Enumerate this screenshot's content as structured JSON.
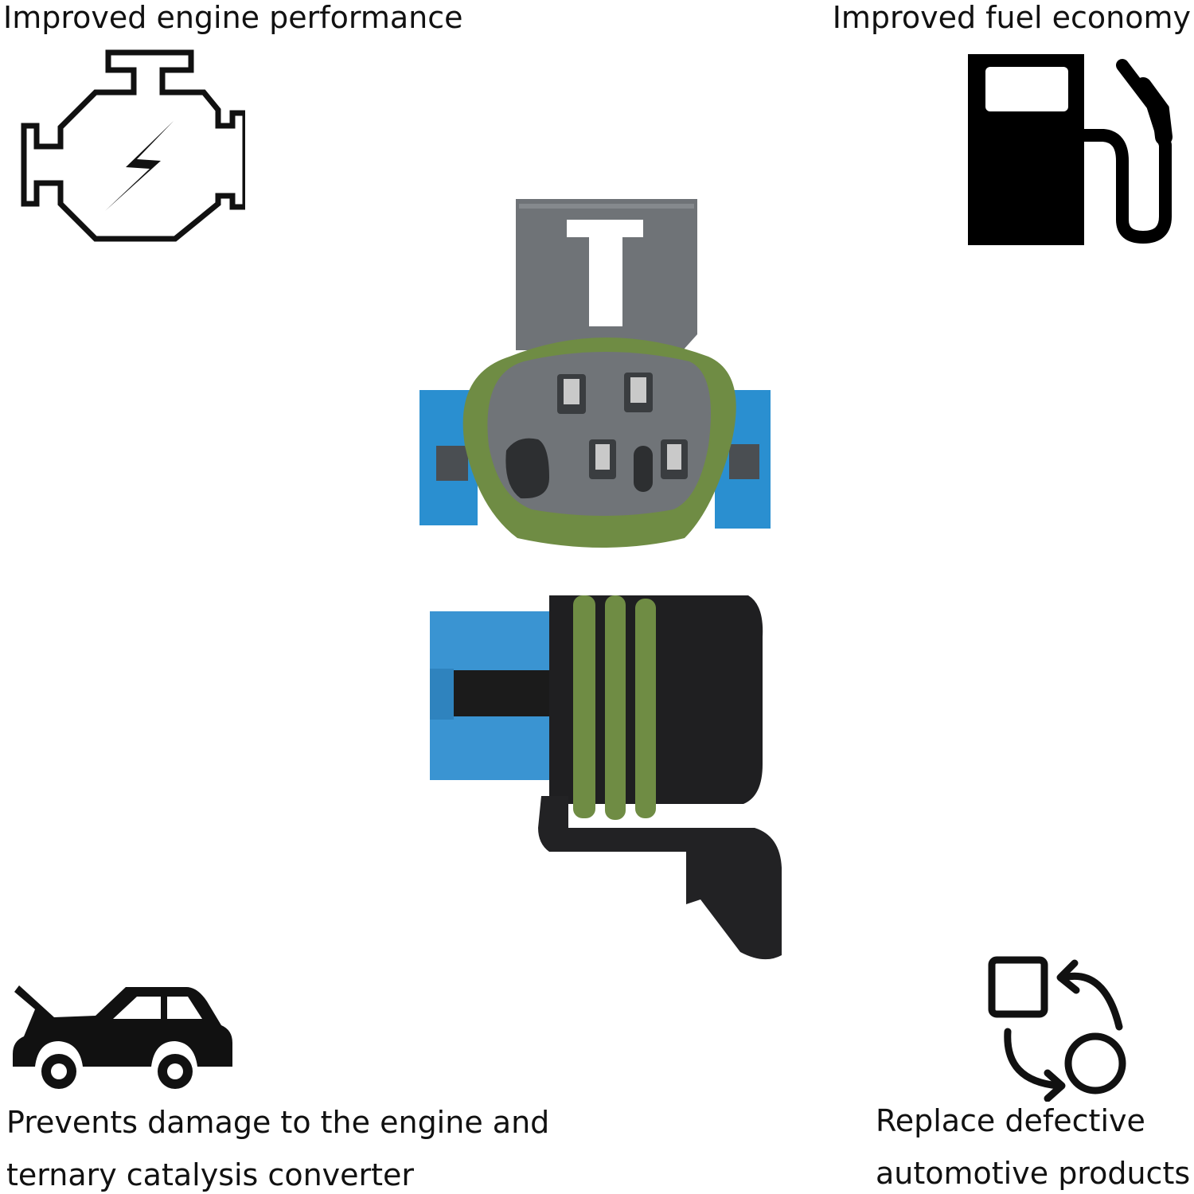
{
  "features": {
    "engine": {
      "caption": "Improved engine performance",
      "icon": "engine-check-icon"
    },
    "fuel": {
      "caption": "Improved fuel economy",
      "icon": "fuel-pump-icon"
    },
    "protection": {
      "caption_line1": "Prevents damage to the engine and",
      "caption_line2": "ternary catalysis converter",
      "icon": "car-open-hood-icon"
    },
    "replace": {
      "caption_line1": "Replace defective",
      "caption_line2": "automotive products",
      "icon": "replace-cycle-icon"
    }
  },
  "colors": {
    "connector_blue": "#2a8fd0",
    "seal_green": "#6f8c44",
    "housing_gray": "#6f7377",
    "plug_black": "#1f1f21"
  }
}
